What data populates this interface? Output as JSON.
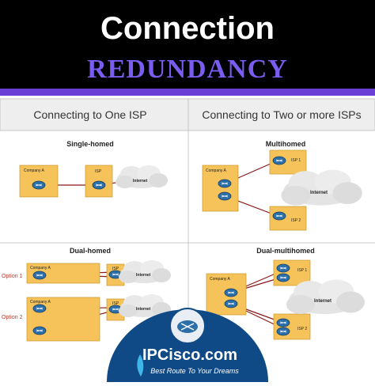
{
  "header": {
    "title": "Connection",
    "subtitle": "REDUNDANCY"
  },
  "columns": {
    "left_header": "Connecting to One ISP",
    "right_header": "Connecting to Two or more ISPs"
  },
  "panels": {
    "single_homed": {
      "title": "Single-homed",
      "company_label": "Company A",
      "isp_label": "ISP",
      "cloud_label": "Internet"
    },
    "multihomed": {
      "title": "Multihomed",
      "company_label": "Company A",
      "isp1_label": "ISP 1",
      "isp2_label": "ISP 2",
      "cloud_label": "Internet"
    },
    "dual_homed": {
      "title": "Dual-homed",
      "option1_label": "Option 1",
      "option2_label": "Option 2",
      "company_label": "Company A",
      "isp_label": "ISP",
      "cloud_label": "Internet"
    },
    "dual_multihomed": {
      "title": "Dual-multihomed",
      "company_label": "Company A",
      "isp1_label": "ISP 1",
      "isp2_label": "ISP 2",
      "cloud_label": "Internet"
    }
  },
  "logo": {
    "name": "IPCisco.com",
    "tagline": "Best Route To Your Dreams"
  },
  "colors": {
    "header_bg": "#000000",
    "subtitle": "#7b5cf0",
    "accent_bar": "#6a3fd6",
    "box_fill": "#f6c35a",
    "router": "#2c6fa8",
    "link": "#8b1a1a",
    "logo_bg": "#0f4a86"
  }
}
